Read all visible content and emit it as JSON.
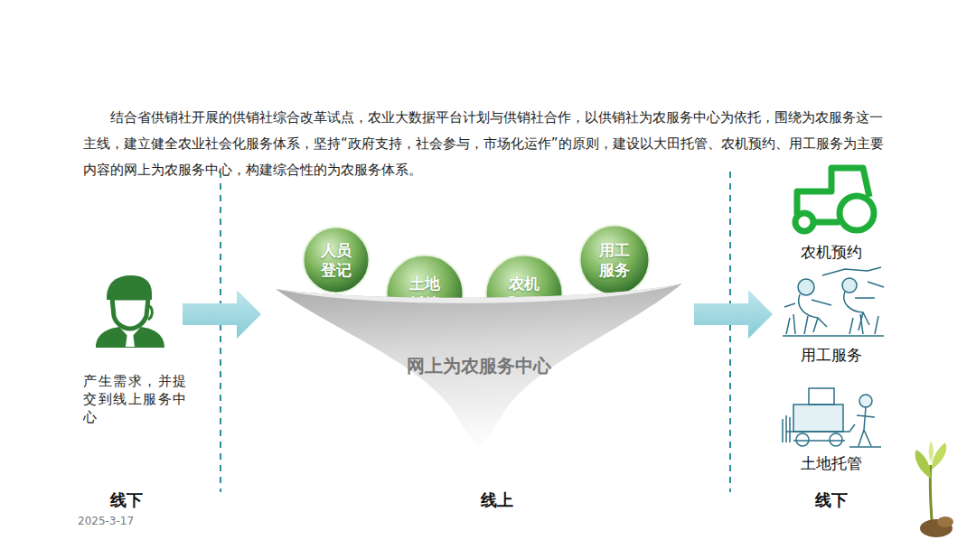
{
  "diagram": {
    "nodes": [
      {
        "text": [
          "人员 登记"
        ]
      },
      {
        "text": [
          "土地 托管"
        ]
      },
      {
        "text": [
          "农机 预约"
        ]
      },
      {
        "text": [
          "用工 服务"
        ]
      },
      {
        "text": [
          "网上为农服务中心"
        ]
      }
    ],
    "labels": [
      "结合省供销社开展的供销社综合改革试点，农业大数据平台计划与供销社合作，以供销社为农服务中心为依托，围绕为农服务这一主线，建立健全农业社会化服务体系，坚持“政府支持，社会参与，市场化运作”的原则，建设以大田托管、农机预约、用工服务为主要内容的网上为农服务中心，构建综合性的为农服务体系。",
      "产生需求，并提交到线上服务中心",
      "农机预约",
      "用工服务",
      "土地托管",
      "线下",
      "线上",
      "线下",
      "2025-3-17"
    ]
  }
}
